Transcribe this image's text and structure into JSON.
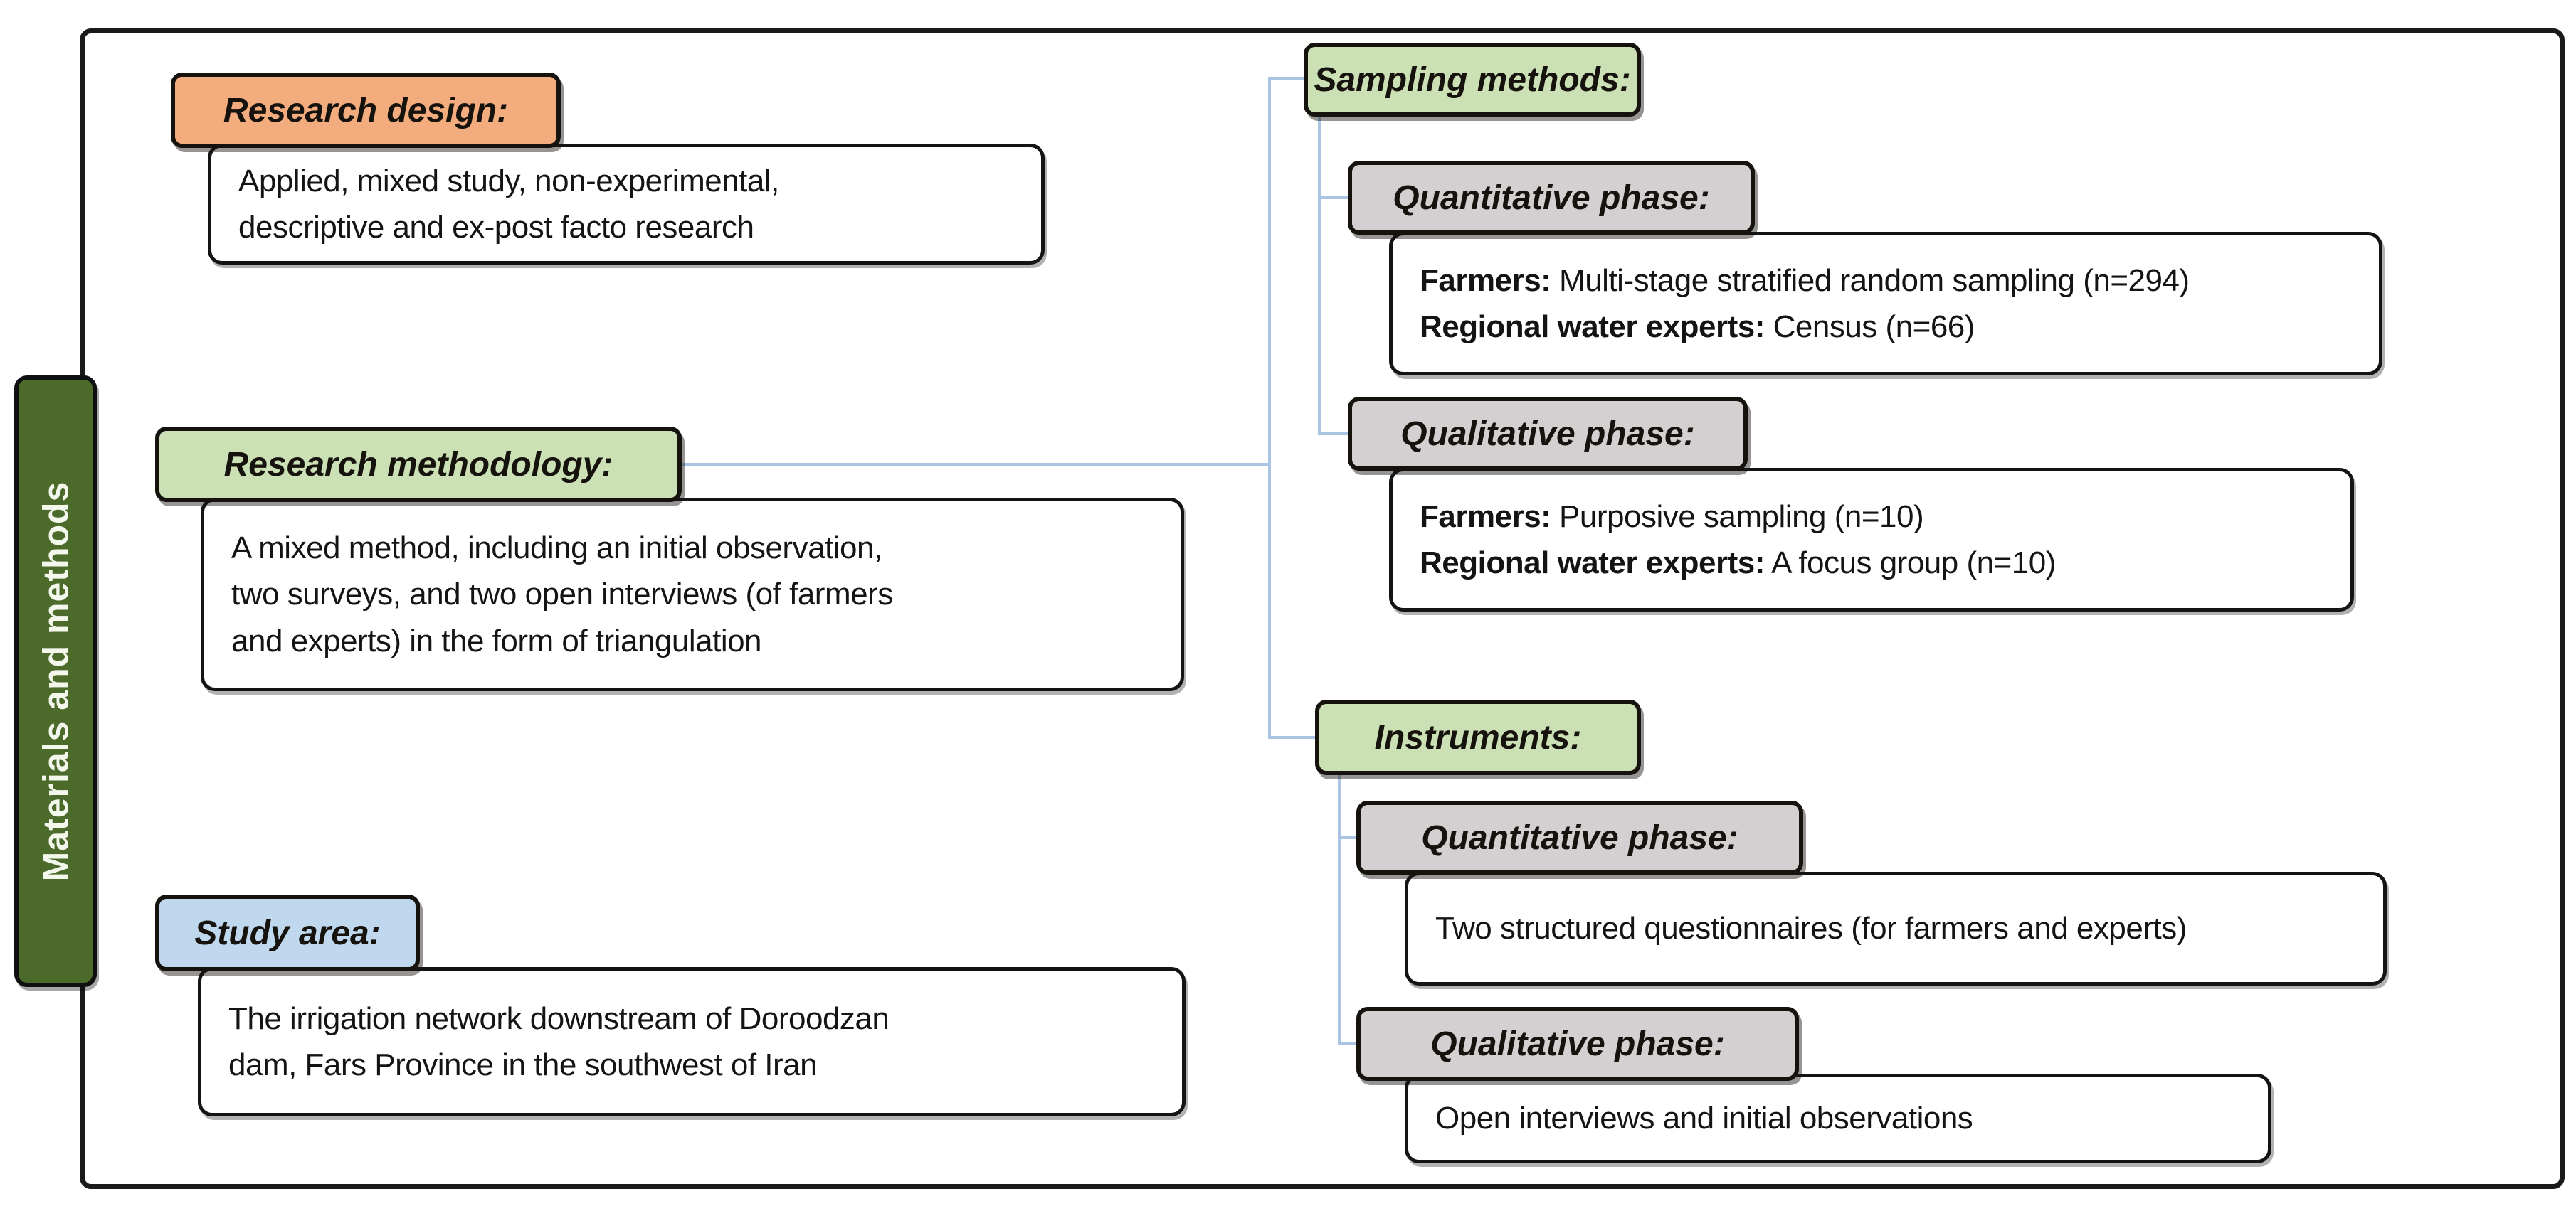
{
  "sidebar": {
    "label": "Materials and methods"
  },
  "colors": {
    "sidebar_green": "#4C6B2B",
    "header_orange": "#F2AC7E",
    "header_green": "#CBE1B5",
    "header_blue": "#BFD8ED",
    "header_gray": "#D2D0D0",
    "connector_blue": "#A9C5E3",
    "border_dark": "#141414"
  },
  "nodes": {
    "research_design": {
      "header": "Research design:",
      "line1": "Applied, mixed study, non-experimental,",
      "line2": "descriptive and ex-post facto research"
    },
    "research_methodology": {
      "header": "Research methodology:",
      "line1": "A mixed method, including an initial observation,",
      "line2": "two surveys, and two open interviews (of farmers",
      "line3": "and experts) in the form of triangulation"
    },
    "study_area": {
      "header": "Study area:",
      "line1": "The irrigation network downstream of Doroodzan",
      "line2": "dam, Fars Province in the southwest of Iran"
    },
    "sampling_methods": {
      "header": "Sampling methods:",
      "quantitative": {
        "header": "Quantitative phase:",
        "item1_label": "Farmers:",
        "item1_text": "Multi-stage stratified random sampling (n=294)",
        "item2_label": "Regional water experts:",
        "item2_text": "Census (n=66)"
      },
      "qualitative": {
        "header": "Qualitative phase:",
        "item1_label": "Farmers:",
        "item1_text": "Purposive sampling (n=10)",
        "item2_label": "Regional water experts:",
        "item2_text": "A focus group (n=10)"
      }
    },
    "instruments": {
      "header": "Instruments:",
      "quantitative": {
        "header": "Quantitative phase:",
        "text": "Two structured questionnaires (for farmers and experts)"
      },
      "qualitative": {
        "header": "Qualitative phase:",
        "text": "Open interviews and initial observations"
      }
    }
  }
}
